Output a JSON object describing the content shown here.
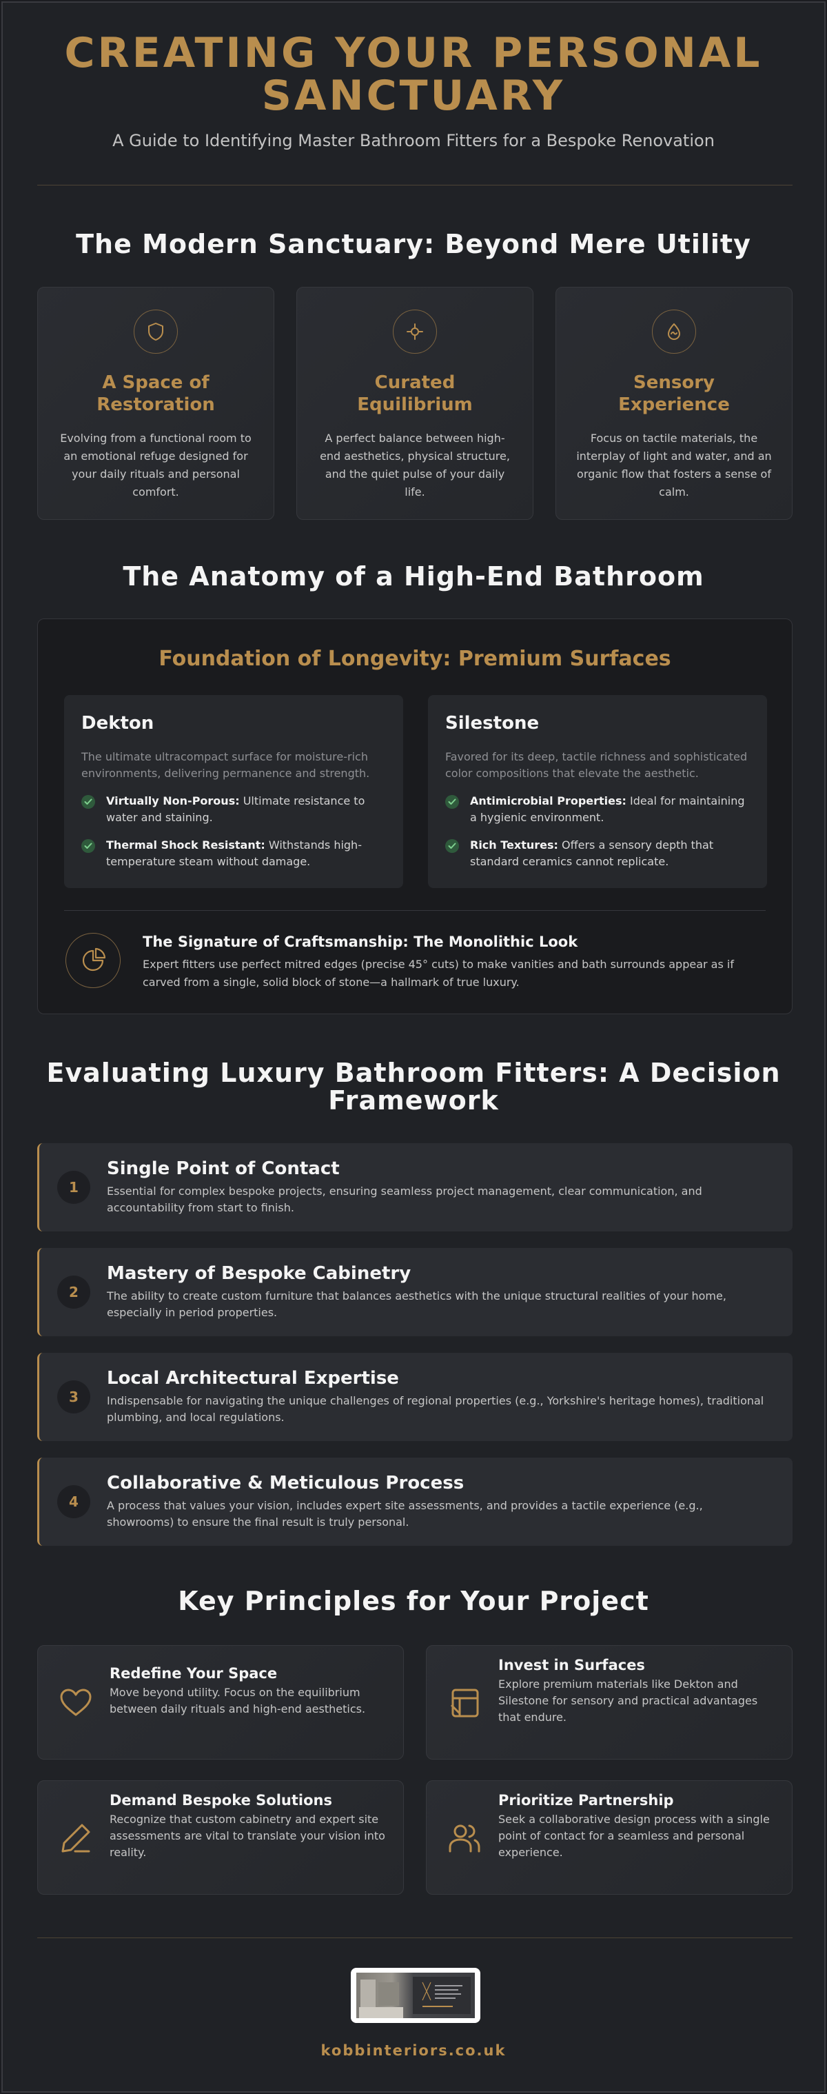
{
  "hero": {
    "title_line1": "CREATING YOUR PERSONAL",
    "title_line2": "SANCTUARY",
    "subtitle": "A Guide to Identifying Master Bathroom Fitters for a Bespoke Renovation"
  },
  "sanctuary": {
    "heading": "The Modern Sanctuary: Beyond Mere Utility",
    "cards": [
      {
        "icon": "shield-icon",
        "title": "A Space of Restoration",
        "text": "Evolving from a functional room to an emotional refuge designed for your daily rituals and personal comfort."
      },
      {
        "icon": "balance-icon",
        "title": "Curated Equilibrium",
        "text": "A perfect balance between high-end aesthetics, physical structure, and the quiet pulse of your daily life."
      },
      {
        "icon": "water-drop-icon",
        "title": "Sensory Experience",
        "text": "Focus on tactile materials, the interplay of light and water, and an organic flow that fosters a sense of calm."
      }
    ]
  },
  "anatomy": {
    "heading": "The Anatomy of a High-End Bathroom",
    "panel_title": "Foundation of Longevity: Premium Surfaces",
    "materials": [
      {
        "name": "Dekton",
        "desc": "The ultimate ultracompact surface for moisture-rich environments, delivering permanence and strength.",
        "features": [
          {
            "label": "Virtually Non-Porous:",
            "text": " Ultimate resistance to water and staining."
          },
          {
            "label": "Thermal Shock Resistant:",
            "text": " Withstands high-temperature steam without damage."
          }
        ]
      },
      {
        "name": "Silestone",
        "desc": "Favored for its deep, tactile richness and sophisticated color compositions that elevate the aesthetic.",
        "features": [
          {
            "label": "Antimicrobial Properties:",
            "text": " Ideal for maintaining a hygienic environment."
          },
          {
            "label": "Rich Textures:",
            "text": " Offers a sensory depth that standard ceramics cannot replicate."
          }
        ]
      }
    ],
    "craft_title": "The Signature of Craftsmanship: The Monolithic Look",
    "craft_text": "Expert fitters use perfect mitred edges (precise 45° cuts) to make vanities and bath surrounds appear as if carved from a single, solid block of stone—a hallmark of true luxury."
  },
  "fitters": {
    "heading_line1": "Evaluating Luxury Bathroom Fitters: A Decision",
    "heading_line2": "Framework",
    "items": [
      {
        "num": "1",
        "title": "Single Point of Contact",
        "text": "Essential for complex bespoke projects, ensuring seamless project management, clear communication, and accountability from start to finish."
      },
      {
        "num": "2",
        "title": "Mastery of Bespoke Cabinetry",
        "text": "The ability to create custom furniture that balances aesthetics with the unique structural realities of your home, especially in period properties."
      },
      {
        "num": "3",
        "title": "Local Architectural Expertise",
        "text": "Indispensable for navigating the unique challenges of regional properties (e.g., Yorkshire's heritage homes), traditional plumbing, and local regulations."
      },
      {
        "num": "4",
        "title": "Collaborative & Meticulous Process",
        "text": "A process that values your vision, includes expert site assessments, and provides a tactile experience (e.g., showrooms) to ensure the final result is truly personal."
      }
    ]
  },
  "principles": {
    "heading": "Key Principles for Your Project",
    "items": [
      {
        "icon": "heart-icon",
        "title": "Redefine Your Space",
        "text": "Move beyond utility. Focus on the equilibrium between daily rituals and high-end aesthetics."
      },
      {
        "icon": "surface-icon",
        "title": "Invest in Surfaces",
        "text": "Explore premium materials like Dekton and Silestone for sensory and practical advantages that endure."
      },
      {
        "icon": "pencil-icon",
        "title": "Demand Bespoke Solutions",
        "text": "Recognize that custom cabinetry and expert site assessments are vital to translate your vision into reality."
      },
      {
        "icon": "users-icon",
        "title": "Prioritize Partnership",
        "text": "Seek a collaborative design process with a single point of contact for a seamless and personal experience."
      }
    ]
  },
  "footer": {
    "url": "kobbinteriors.co.uk"
  },
  "colors": {
    "accent": "#b98e4e",
    "background": "#202226",
    "card": "#2b2d32",
    "check": "#2f5a3c"
  }
}
